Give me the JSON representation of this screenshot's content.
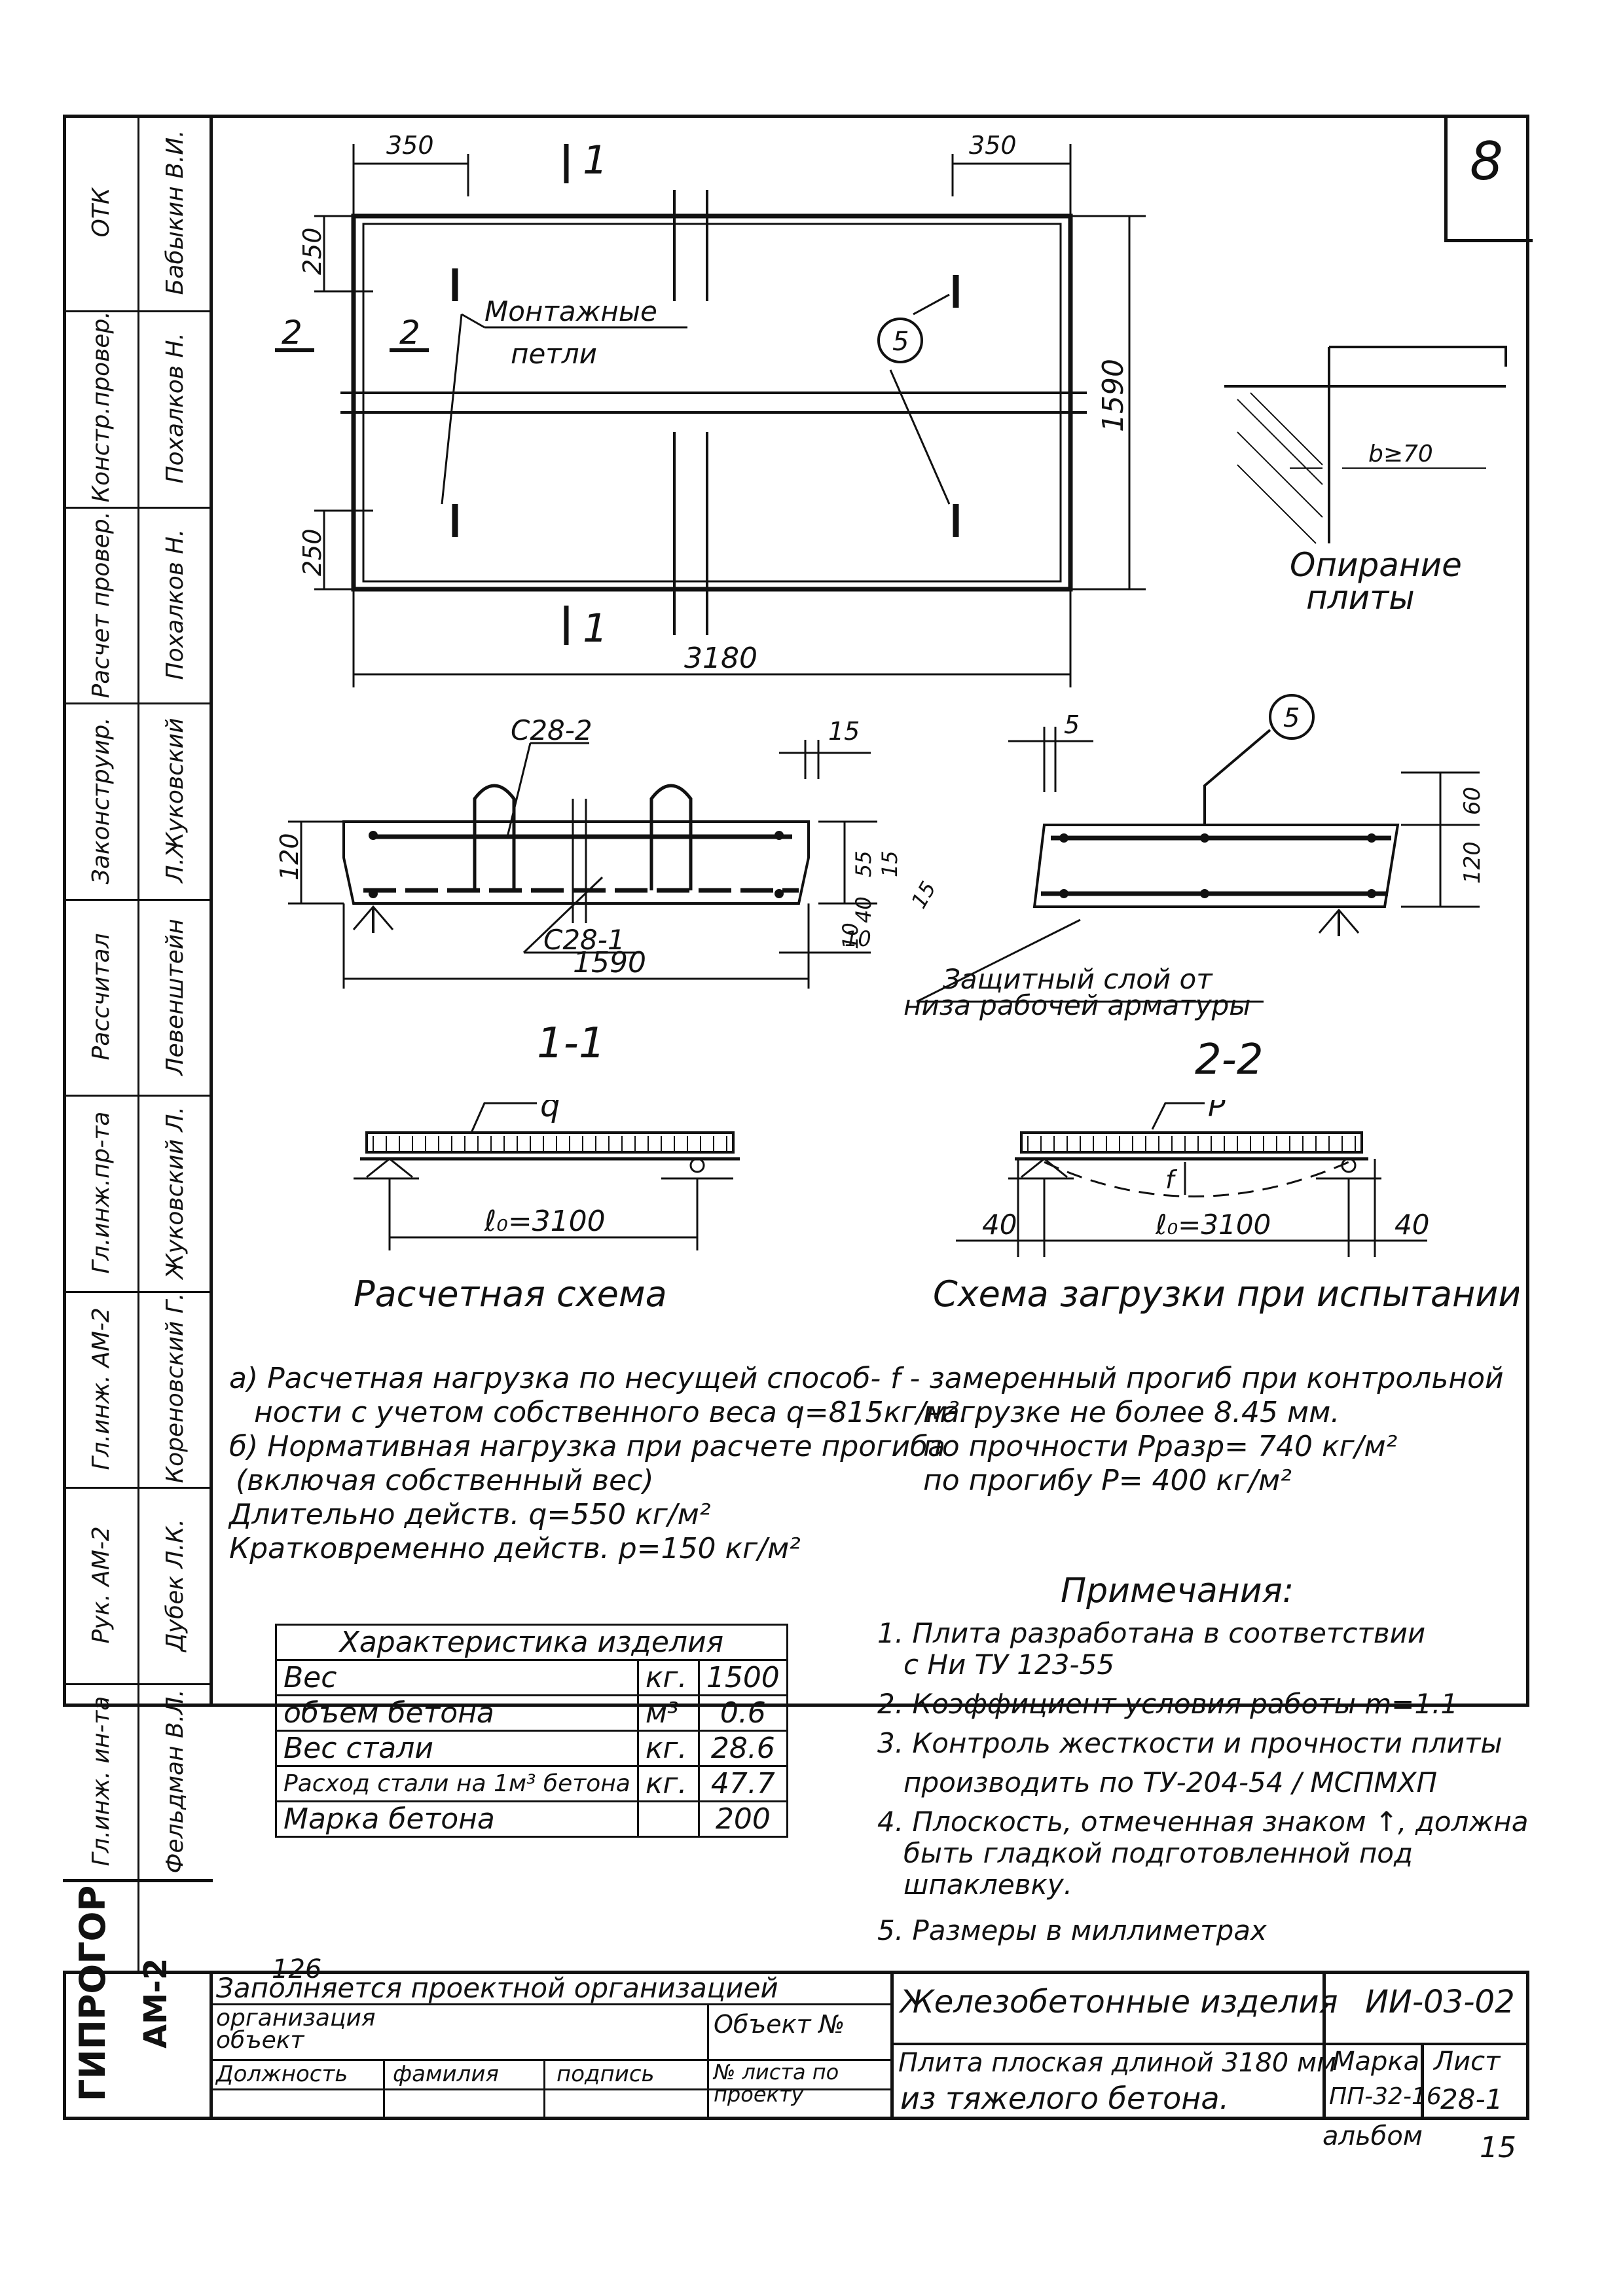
{
  "sheet": {
    "number": "8",
    "page_ref": "126",
    "album": "альбом",
    "album_no": "15"
  },
  "side_stamp": {
    "header_row": [
      {
        "role": "ОТК",
        "name": "Бабыкин В.И."
      },
      {
        "role": "Констр.провер.",
        "name": "Похалков Н."
      },
      {
        "role": "Расчет провер.",
        "name": "Похалков Н."
      },
      {
        "role": "Законструир.",
        "name": "Л.Жуковский"
      },
      {
        "role": "Рассчитал",
        "name": "Левенштейн"
      },
      {
        "role": "Гл.инж.пр-та",
        "name": "Жуковский Л."
      },
      {
        "role": "Гл.инж. АМ-2",
        "name": "Кореновский Г."
      },
      {
        "role": "Рук. АМ-2",
        "name": "Дубек Л.К."
      },
      {
        "role": "Гл.инж. ин-та",
        "name": "Фельдман В.Л."
      }
    ],
    "org": "ГИПРОГОР",
    "org_sub": "АМ-2"
  },
  "plan": {
    "dim_left_top": "350",
    "dim_right_top": "350",
    "dim_top_section": "1",
    "dim_bottom_section": "1",
    "dim_side_top": "250",
    "dim_side_bottom": "250",
    "dim_height": "1590",
    "dim_length": "3180",
    "section2_left": "2",
    "section2_mark": "2",
    "loops_label_1": "Монтажные",
    "loops_label_2": "петли",
    "loop_mark": "5"
  },
  "support": {
    "title_1": "Опирание",
    "title_2": "плиты",
    "dim": "b≥70"
  },
  "section_1_1": {
    "title": "1-1",
    "bar_top": "С28-2",
    "bar_bottom": "С28-1",
    "height": "120",
    "width": "1590",
    "dim_15a": "15",
    "dim_55": "55",
    "dim_40": "40",
    "dim_15b": "15",
    "dim_10a": "10",
    "dim_10b": "10"
  },
  "section_2_2": {
    "title": "2-2",
    "mark": "5",
    "dim_5": "5",
    "dim_15": "15",
    "dim_60": "60",
    "height": "120",
    "cover_1": "Защитный слой от",
    "cover_2": "низа рабочей арматуры"
  },
  "calc_scheme": {
    "load": "q",
    "span": "ℓ₀=3100",
    "title": "Расчетная схема"
  },
  "test_scheme": {
    "load": "P",
    "span": "ℓ₀=3100",
    "left": "40",
    "right": "40",
    "deflection": "f",
    "title": "Схема загрузки при испытании"
  },
  "loads": [
    "а) Расчетная нагрузка по несущей способ-",
    "ности с учетом собственного веса q=815кг/м².",
    "б) Нормативная нагрузка при расчете прогиба",
    "(включая собственный вес)",
    "Длительно действ. q=550 кг/м²",
    "Кратковременно действ. p=150 кг/м²"
  ],
  "test_notes": [
    "f - замеренный прогиб при контрольной",
    "нагрузке не более 8.45 мм.",
    "по прочности Рразр= 740 кг/м²",
    "по прогибу   Р=      400 кг/м²"
  ],
  "char_table": {
    "title": "Характеристика изделия",
    "rows": [
      {
        "name": "Вес",
        "unit": "кг.",
        "value": "1500"
      },
      {
        "name": "объем бетона",
        "unit": "м³",
        "value": "0.6"
      },
      {
        "name": "Вес стали",
        "unit": "кг.",
        "value": "28.6"
      },
      {
        "name": "Расход стали на 1м³ бетона",
        "unit": "кг.",
        "value": "47.7"
      },
      {
        "name": "Марка бетона",
        "unit": "",
        "value": "200"
      }
    ]
  },
  "notes_title": "Примечания:",
  "notes": [
    "1. Плита разработана в соответствии",
    "с Ни ТУ 123-55",
    "2. Коэффициент условия работы m=1.1",
    "3. Контроль жесткости и прочности плиты",
    "производить по ТУ-204-54 / МСПМХП",
    "4. Плоскость, отмеченная знаком ↑, должна",
    "быть гладкой подготовленной под",
    "шпаклевку.",
    "5. Размеры в миллиметрах"
  ],
  "title_block": {
    "filled_by": "Заполняется проектной организацией",
    "org": "организация",
    "object": "объект",
    "object_no": "Объект №",
    "position": "Должность",
    "surname": "фамилия",
    "signature": "подпись",
    "sheet_no": "№ листа по проекту",
    "product_type": "Железобетонные изделия",
    "series": "ИИ-03-02",
    "description_1": "Плита плоская длиной 3180 мм",
    "description_2": "из тяжелого бетона.",
    "mark_label": "Марка",
    "sheet_label": "Лист",
    "mark": "ПП-32-16",
    "sheet": "28-1"
  }
}
